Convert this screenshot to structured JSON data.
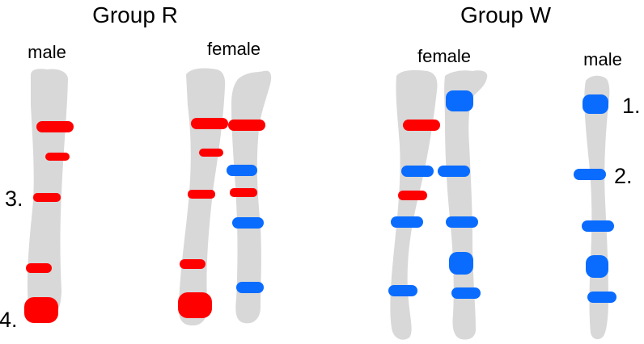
{
  "colors": {
    "chromosome": "#d8d8d8",
    "red": "#ff0000",
    "blue": "#0a6cff",
    "text": "#000000"
  },
  "groups": [
    {
      "label": "Group R"
    },
    {
      "label": "Group W"
    }
  ],
  "sex_labels": {
    "r_male": "male",
    "r_female": "female",
    "w_female": "female",
    "w_male": "male"
  },
  "markers": {
    "m1": "1.",
    "m2": "2.",
    "m3": "3.",
    "m4": "4."
  },
  "band_colors": {
    "r_male": [
      "red",
      "red",
      "red",
      "red",
      "red"
    ],
    "r_female_left": [
      "red",
      "red",
      "red",
      "red",
      "red"
    ],
    "r_female_right": [
      "red",
      "blue",
      "red",
      "blue",
      "blue"
    ],
    "w_female_left": [
      "red",
      "blue",
      "red",
      "blue",
      "blue"
    ],
    "w_female_right": [
      "blue",
      "blue",
      "blue",
      "blue",
      "blue"
    ],
    "w_male": [
      "blue",
      "blue",
      "blue",
      "blue",
      "blue"
    ]
  }
}
